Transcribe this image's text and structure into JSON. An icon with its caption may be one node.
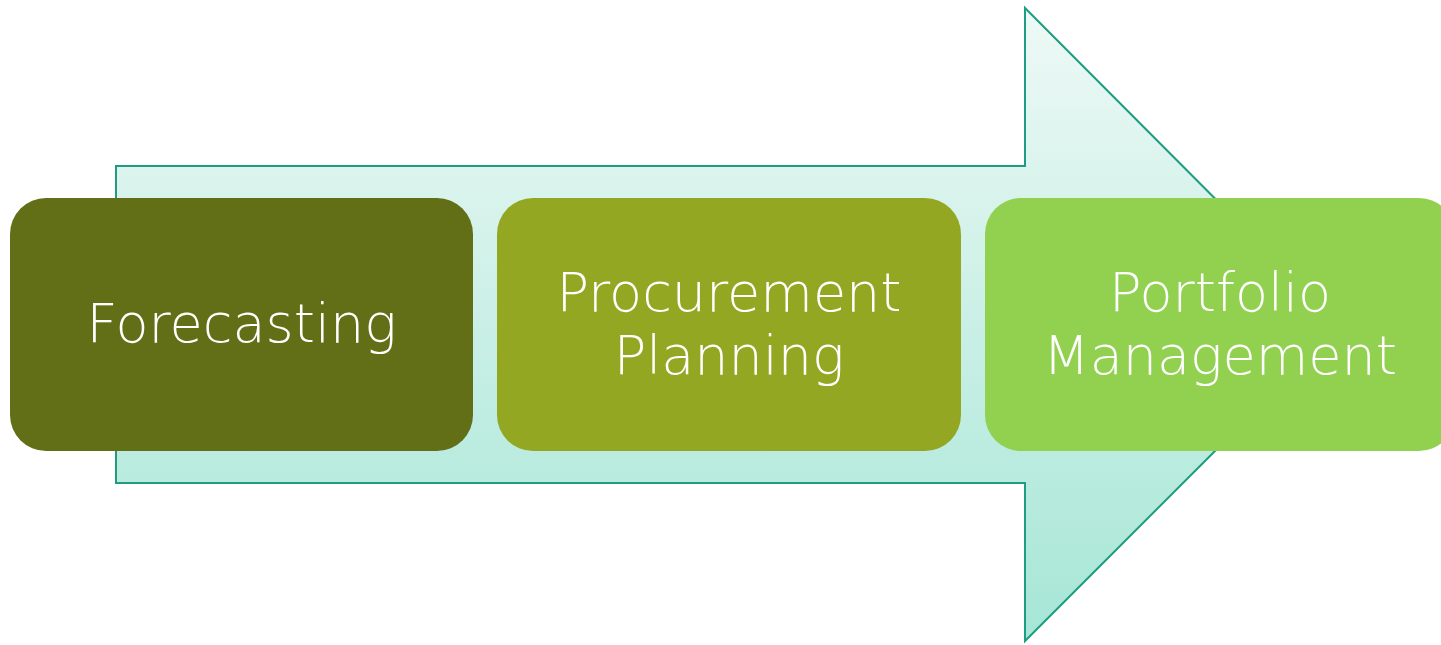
{
  "diagram": {
    "nodes": [
      {
        "text": [
          "Forecasting"
        ]
      },
      {
        "text": [
          "Procurement Planning"
        ]
      },
      {
        "text": [
          "Portfolio Management"
        ]
      }
    ],
    "edges": [
      {
        "from": 0,
        "to": 2,
        "arrow": "to"
      }
    ]
  }
}
